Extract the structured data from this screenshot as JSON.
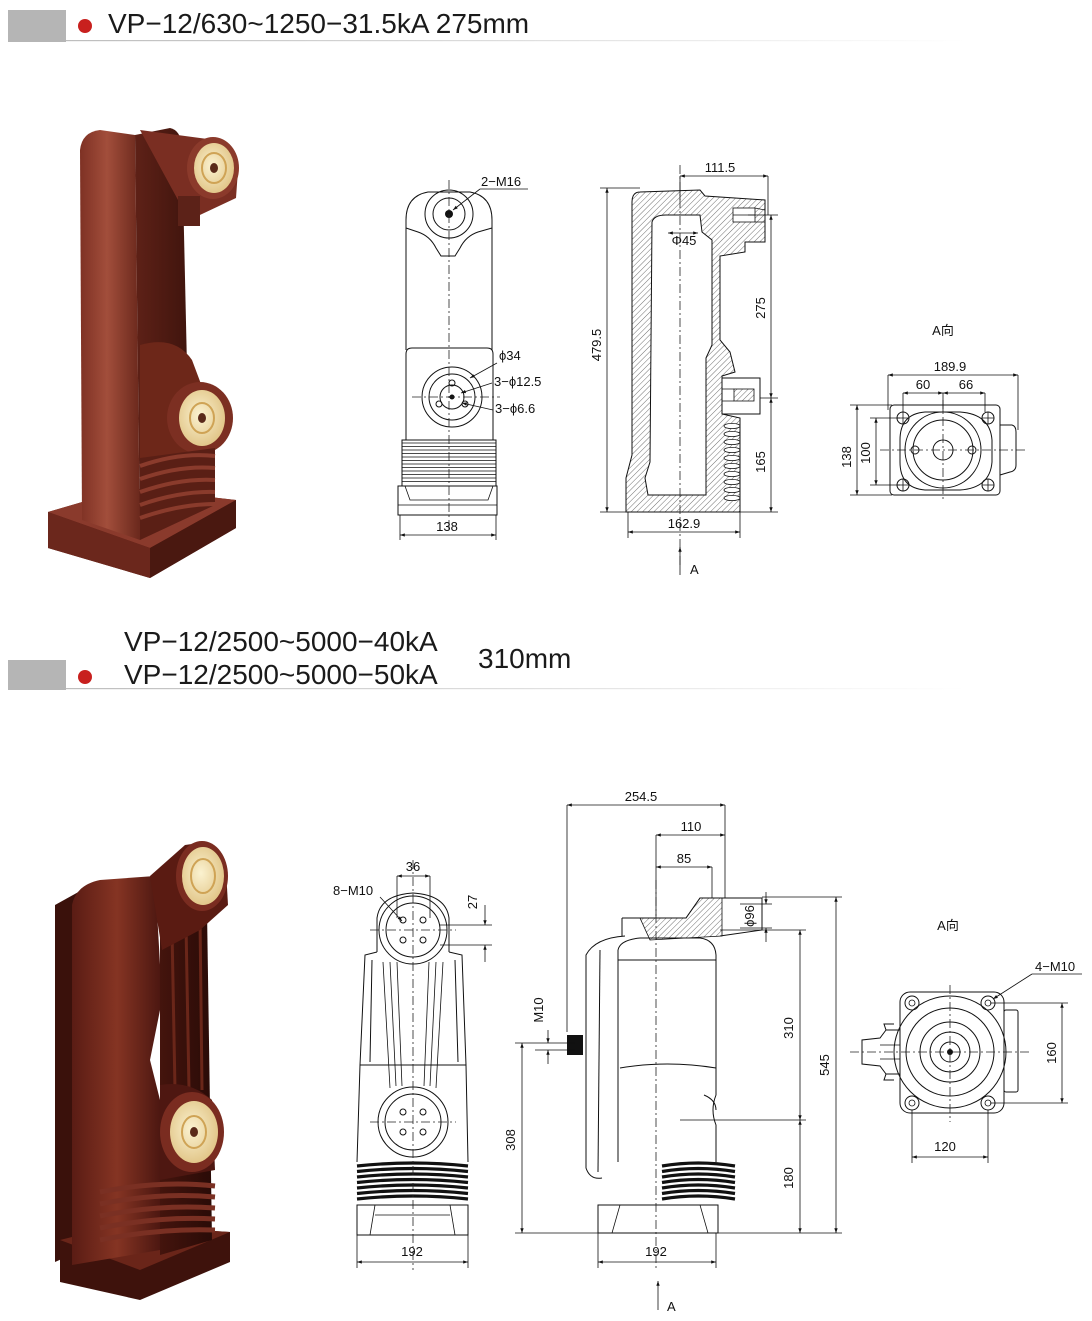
{
  "header_1": {
    "title": "VP−12/630~1250−31.5kA 275mm"
  },
  "pole_1": {
    "front_view": {
      "thread_label": "2−M16",
      "bore_label": "ϕ34",
      "hole_label_a": "3−ϕ12.5",
      "hole_label_b": "3−ϕ6.6",
      "width": "138"
    },
    "section_view": {
      "offset": "111.5",
      "bore": "Φ45",
      "height": "479.5",
      "upper": "275",
      "lower": "165",
      "base_width": "162.9",
      "view_arrow": "A"
    },
    "view_a": {
      "title": "A向",
      "width": "189.9",
      "left": "60",
      "right": "66",
      "depth": "138",
      "inner_depth": "100"
    }
  },
  "header_2": {
    "line_1": "VP−12/2500~5000−40kA",
    "line_2": "VP−12/2500~5000−50kA",
    "size": "310mm"
  },
  "pole_2": {
    "front_view": {
      "pitch": "36",
      "thread_label": "8−M10",
      "offset": "27",
      "width": "192"
    },
    "side_view": {
      "overall_depth": "254.5",
      "depth_110": "110",
      "depth_85": "85",
      "bore": "ϕ96",
      "thread": "M10",
      "upper": "310",
      "height": "545",
      "lower_left": "308",
      "lower": "180",
      "base_width": "192",
      "view_arrow": "A"
    },
    "view_a": {
      "title": "A向",
      "thread_label": "4−M10",
      "pitch_v": "160",
      "pitch_h": "120"
    }
  },
  "colors": {
    "marker_dot": "#c8201e",
    "header_bar": "#b5b5b5",
    "pole_brown": "#7a2e22",
    "terminal_face": "#f2e4b0",
    "line": "#111111"
  }
}
